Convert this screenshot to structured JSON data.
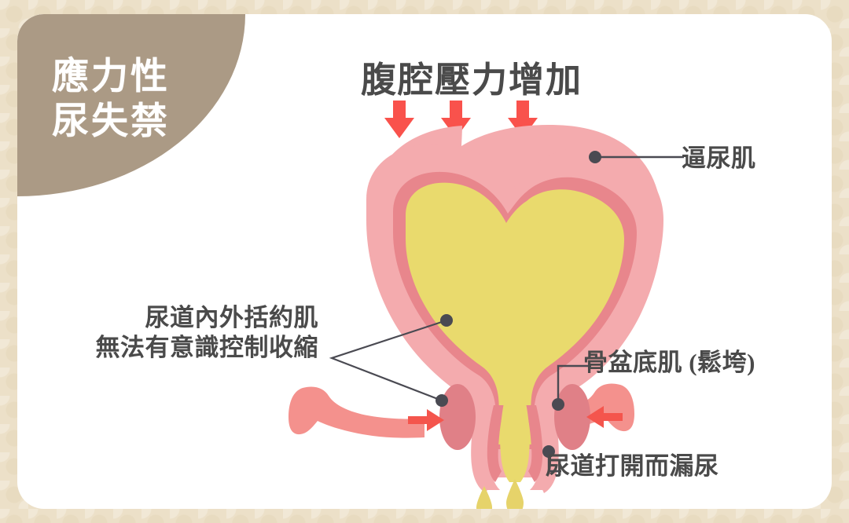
{
  "badge": {
    "line1": "應力性",
    "line2": "尿失禁",
    "text": "應力性\n尿失禁",
    "bg_color": "#ab9a85",
    "text_color": "#ffffff"
  },
  "title": {
    "text": "腹腔壓力增加",
    "color": "#4a4a4a"
  },
  "pressure_arrows": {
    "name": "abdominal-pressure-arrows",
    "count": 3,
    "color": "#f9524c",
    "direction": "down"
  },
  "labels": [
    {
      "id": "detrusor",
      "text": "逼尿肌",
      "position": "right-top",
      "leader": "horizontal-line-with-dot"
    },
    {
      "id": "sphincter",
      "text": "尿道內外括約肌\n無法有意識控制收縮",
      "line1": "尿道內外括約肌",
      "line2": "無法有意識控制收縮",
      "position": "left-middle",
      "leader": "two-branch-line-with-dots"
    },
    {
      "id": "pelvic_floor",
      "text": "骨盆底肌 (鬆垮)",
      "position": "right-middle",
      "leader": "elbow-line-with-dot"
    },
    {
      "id": "leak",
      "text": "尿道打開而漏尿",
      "position": "right-bottom",
      "leader": "elbow-line-with-dot"
    }
  ],
  "anatomy": {
    "bladder_outer": {
      "name": "detrusor-muscle",
      "color": "#f4abae"
    },
    "bladder_inner_ring": {
      "name": "bladder-inner-wall",
      "color": "#e8868c"
    },
    "urine": {
      "name": "urine-fill",
      "color": "#e9da6d"
    },
    "sphincter": {
      "name": "urethral-sphincter",
      "color": "#e08087"
    },
    "pelvic_floor_muscle": {
      "name": "pelvic-floor-muscle",
      "color": "#f4918d"
    },
    "inward_arrows": {
      "name": "pelvic-floor-pressure-arrows",
      "color": "#f4554d",
      "count": 2
    },
    "urine_drops": {
      "name": "urine-drops",
      "color": "#e6d36a",
      "count": 3
    }
  },
  "theme": {
    "frame_color": "#ece0c8",
    "card_color": "#ffffff",
    "leader_line_color": "#4a4a52",
    "text_color": "#4a4a4a"
  }
}
